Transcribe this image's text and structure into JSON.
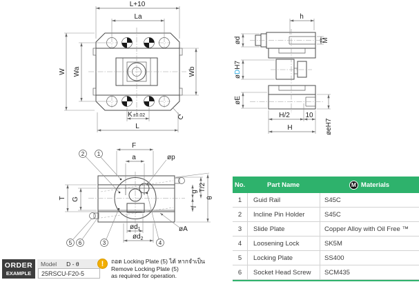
{
  "colors": {
    "green": "#2eb26c",
    "blue": "#29a9e1",
    "yellow": "#f2ae00"
  },
  "front_view": {
    "labels": {
      "l_plus_10": "L+10",
      "la": "La",
      "w": "W",
      "wa": "Wa",
      "wb": "Wb",
      "k": "K",
      "k_tol": "±0.02",
      "l": "L",
      "c": "C"
    }
  },
  "side_view": {
    "labels": {
      "h": "h",
      "od": "ød",
      "m": "M",
      "o": "ø",
      "d": "D",
      "h7": "H7",
      "oe": "øE",
      "h_half": "H/2",
      "ten": "10",
      "h_total": "H",
      "oeh7": "øeH7"
    }
  },
  "plan_view": {
    "labels": {
      "f": "F",
      "a": "a",
      "op": "øp",
      "t": "T",
      "g": "G",
      "t_half": "T/2",
      "g_small": "g",
      "f_small": "f",
      "od": "ød",
      "d1_sub": "1",
      "d2_sub": "2",
      "oa": "øA",
      "theta": "θ"
    },
    "balloons": [
      "1",
      "2",
      "3",
      "4",
      "5",
      "6"
    ]
  },
  "table": {
    "headers": {
      "no": "No.",
      "part": "Part Name",
      "materials": "Materials",
      "m_badge": "M"
    },
    "rows": [
      {
        "no": "1",
        "part": "Guid Rail",
        "material": "S45C"
      },
      {
        "no": "2",
        "part": "Incline Pin Holder",
        "material": "S45C"
      },
      {
        "no": "3",
        "part": "Slide Plate",
        "material": "Copper Alloy with Oil Free ™"
      },
      {
        "no": "4",
        "part": "Loosening Lock",
        "material": "SK5M"
      },
      {
        "no": "5",
        "part": "Locking Plate",
        "material": "SS400"
      },
      {
        "no": "6",
        "part": "Socket Head Screw",
        "material": "SCM435"
      }
    ]
  },
  "order": {
    "label_line1": "ORDER",
    "label_line2": "EXAMPLE",
    "model_label": "Model",
    "model_value": "D - θ",
    "code": "25RSCU-F20-5"
  },
  "note": {
    "icon": "!",
    "line1": "ถอด Locking Plate (5) ได้ หากจำเป็น",
    "line2": "Remove Locking Plate (5)",
    "line3": "as required for operation."
  }
}
